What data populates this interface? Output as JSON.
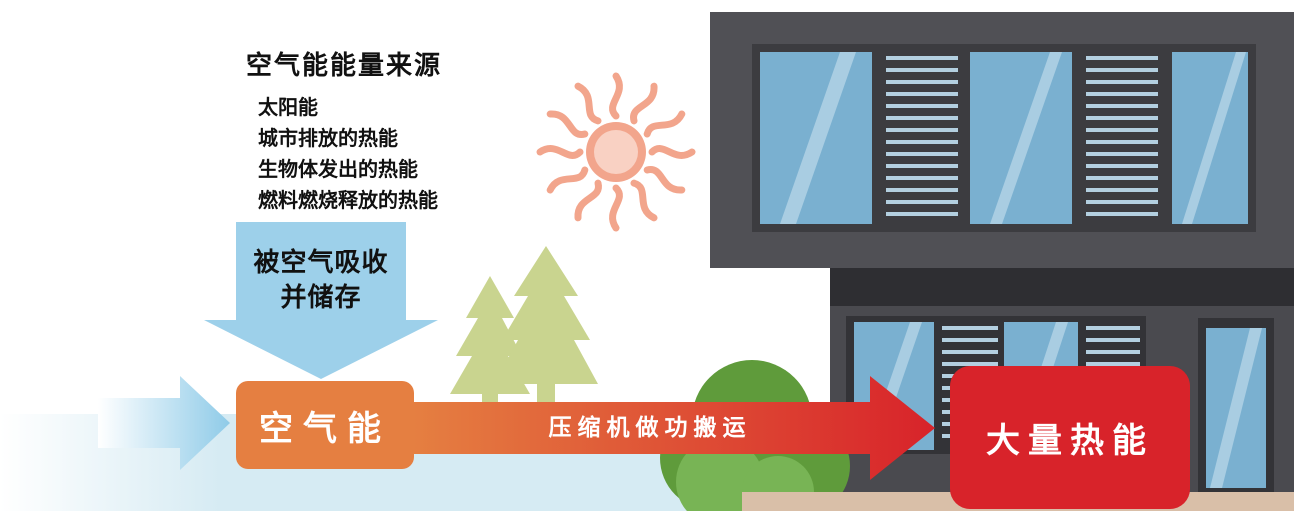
{
  "heading": "空气能能量来源",
  "sources": [
    "太阳能",
    "城市排放的热能",
    "生物体发出的热能",
    "燃料燃烧释放的热能"
  ],
  "absorb_label_line1": "被空气吸收",
  "absorb_label_line2": "并储存",
  "air_energy_label": "空气能",
  "compressor_label": "压缩机做功搬运",
  "heat_label": "大量热能",
  "colors": {
    "air_box": "#e57f41",
    "heat_box": "#d8232a",
    "absorb_arrow": "#9dd0ea",
    "sun": "#f2a58c",
    "tree": "#c9d48f",
    "bush": "#5f9b3b",
    "building": "#505055"
  }
}
